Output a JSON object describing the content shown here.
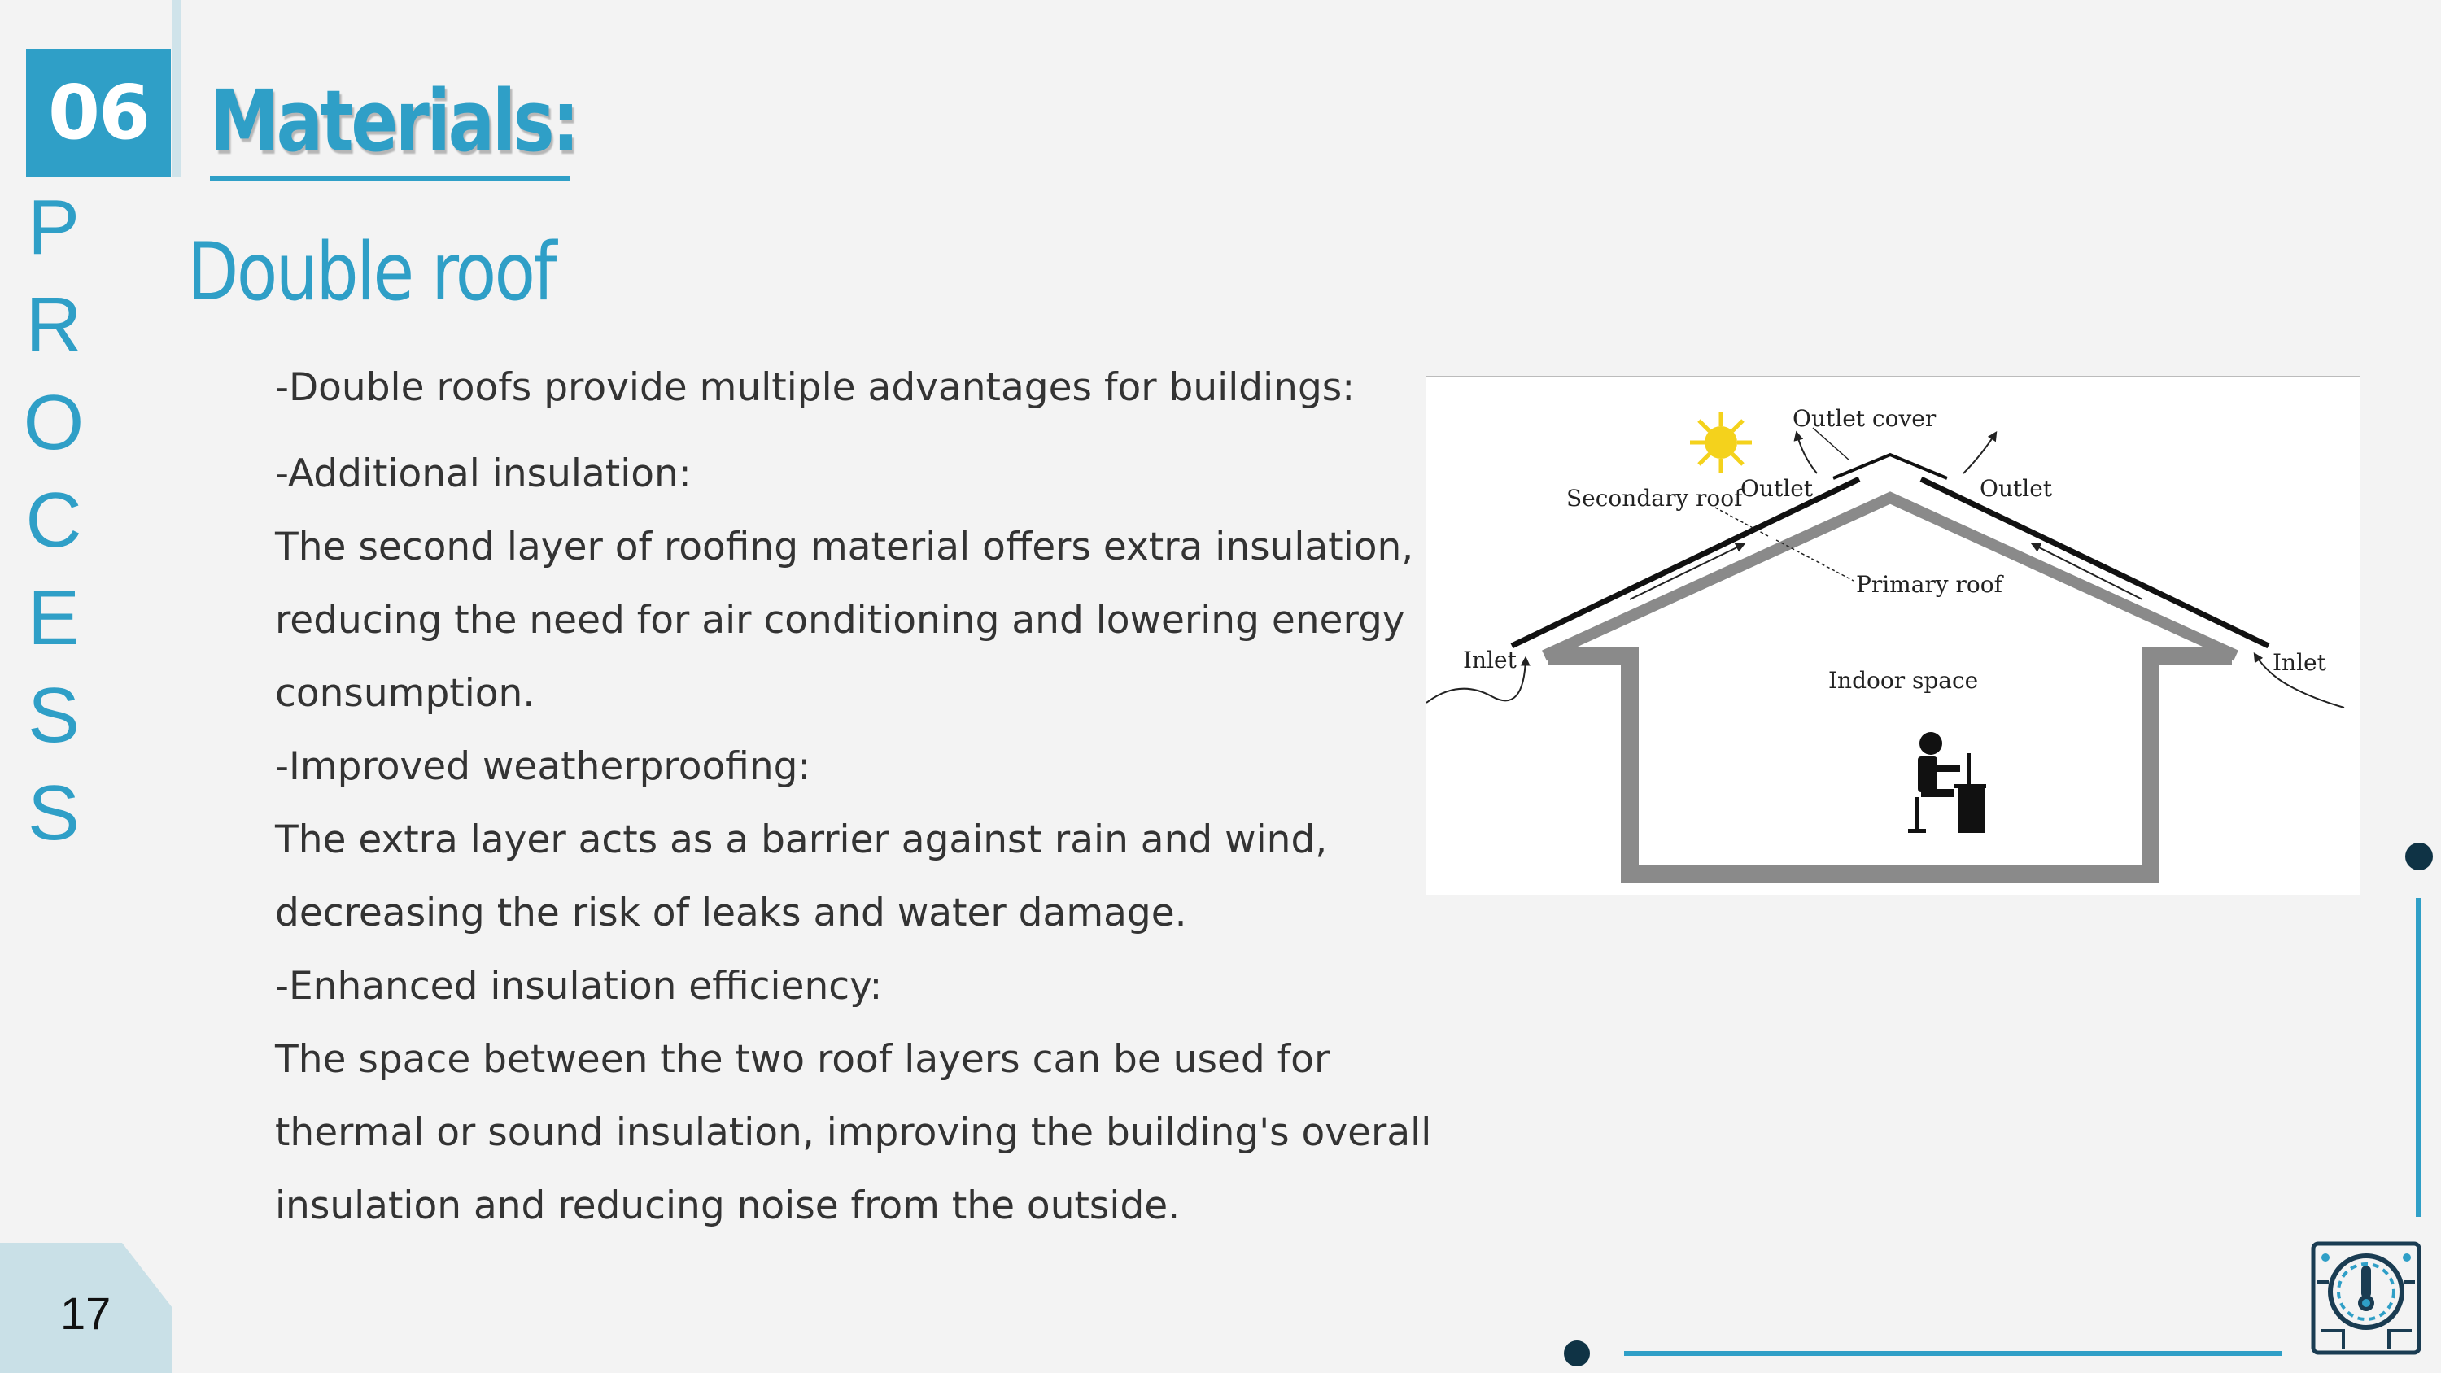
{
  "section": {
    "number": "06",
    "vertical_word": [
      "P",
      "R",
      "O",
      "C",
      "E",
      "S",
      "S"
    ]
  },
  "title": "Materials:",
  "subtitle": "Double roof",
  "body_lines": [
    "-Double roofs provide multiple advantages for buildings:",
    "-Additional insulation:",
    "The second layer of roofing material offers extra insulation,",
    "reducing the need for air conditioning and lowering energy",
    "consumption.",
    "-Improved weatherproofing:",
    "The extra layer acts as a barrier against rain and wind,",
    "decreasing the risk of leaks and water damage.",
    "-Enhanced insulation efficiency:",
    "The space between the two roof layers can be used for",
    "thermal or sound insulation, improving the building's overall",
    "insulation and reducing noise from the outside."
  ],
  "diagram": {
    "labels": {
      "outlet_cover": "Outlet cover",
      "outlet_left": "Outlet",
      "outlet_right": "Outlet",
      "secondary_roof": "Secondary roof",
      "primary_roof": "Primary roof",
      "inlet_left": "Inlet",
      "inlet_right": "Inlet",
      "indoor_space": "Indoor space"
    },
    "icons": [
      "sun-icon",
      "person-at-desk-icon"
    ]
  },
  "page_number": "17",
  "logo_icon": "thermometer-circuit-icon",
  "colors": {
    "accent": "#2f9fc7",
    "dark": "#0f3345",
    "light": "#c9e0e7"
  }
}
